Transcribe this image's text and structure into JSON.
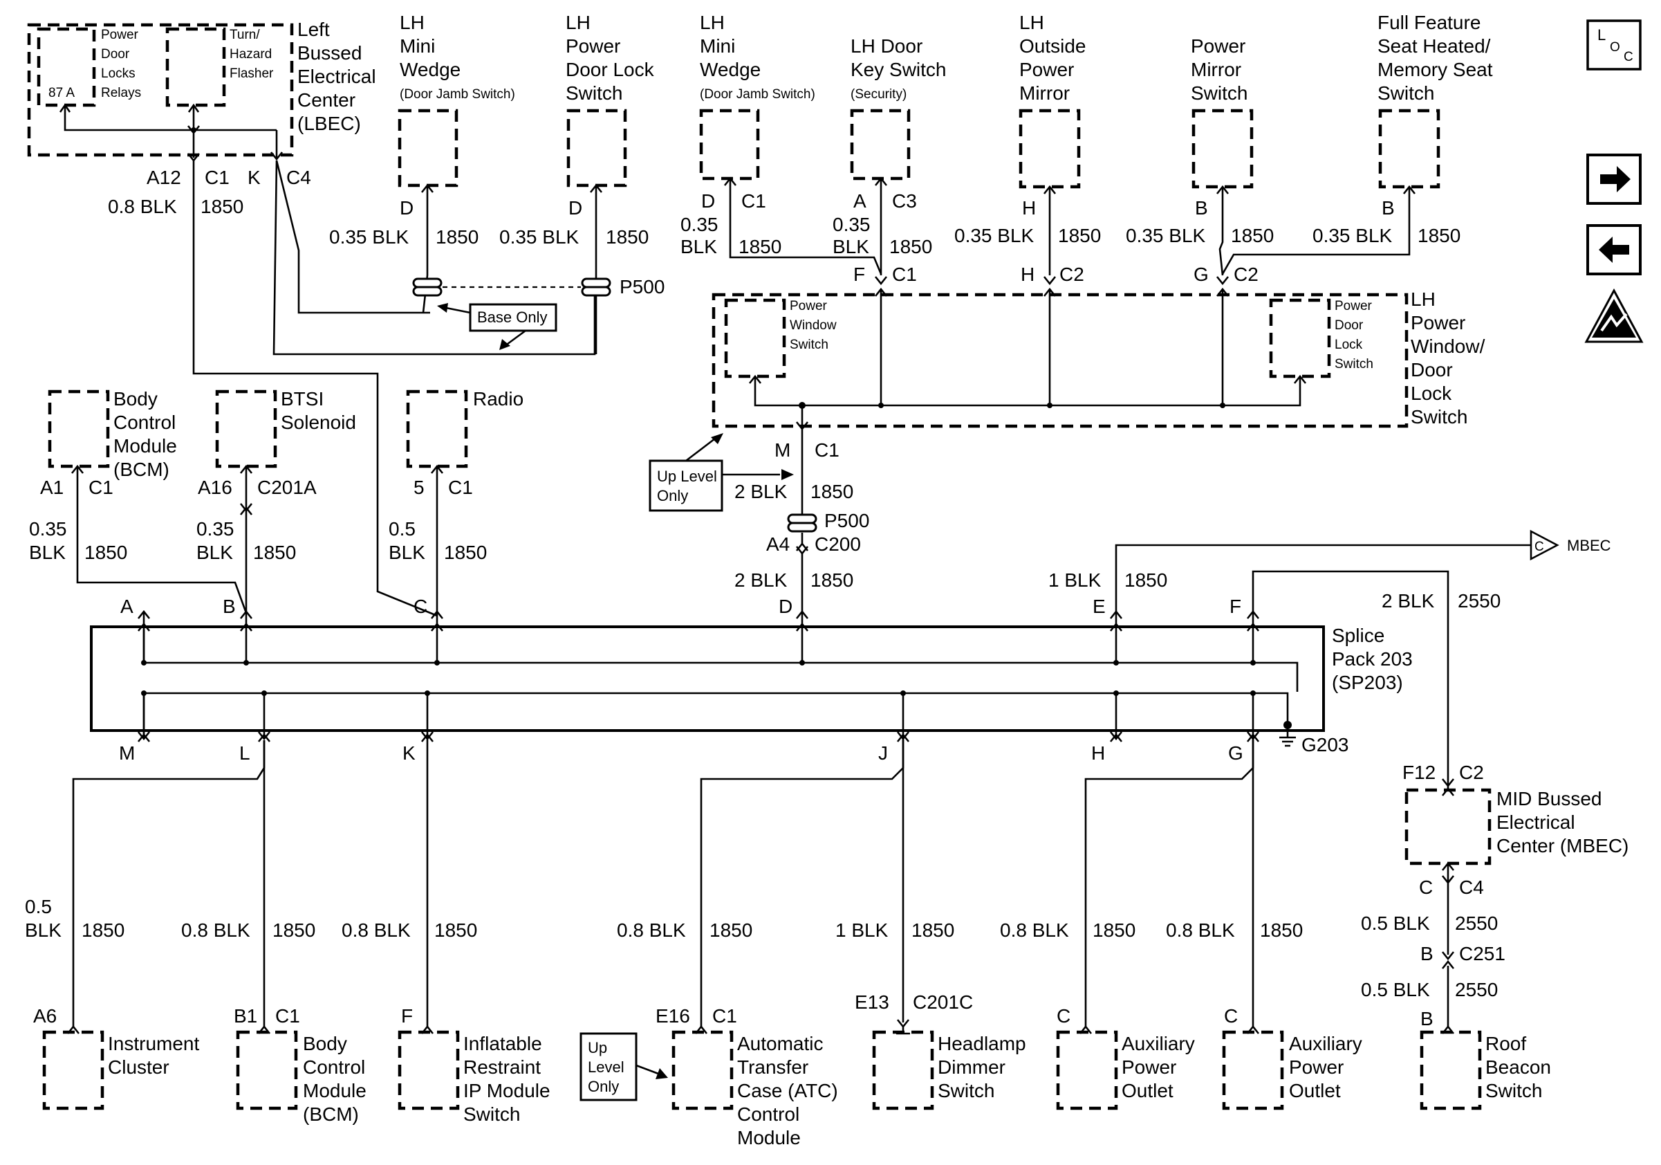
{
  "labels": {
    "lbec_relays": [
      "Power",
      "Door",
      "Locks",
      "Relays"
    ],
    "lbec_87a": "87 A",
    "lbec_flasher": [
      "Turn/",
      "Hazard",
      "Flasher"
    ],
    "lbec_name": [
      "Left",
      "Bussed",
      "Electrical",
      "Center",
      "(LBEC)"
    ],
    "lbec_pins": {
      "a12": "A12",
      "c1": "C1",
      "k": "K",
      "c4": "C4"
    },
    "lbec_wire": {
      "gauge": "0.8 BLK",
      "circuit": "1850"
    },
    "wedge1": {
      "name": [
        "LH",
        "Mini",
        "Wedge"
      ],
      "sub": "(Door Jamb Switch)",
      "pin": "D",
      "gauge": "0.35 BLK",
      "circuit": "1850"
    },
    "pdl_switch": {
      "name": [
        "LH",
        "Power",
        "Door Lock",
        "Switch"
      ],
      "pin": "D",
      "gauge": "0.35 BLK",
      "circuit": "1850",
      "p500": "P500"
    },
    "base_only": "Base Only",
    "wedge2": {
      "name": [
        "LH",
        "Mini",
        "Wedge"
      ],
      "sub": "(Door Jamb Switch)",
      "pin": "D",
      "conn": "C1",
      "gauge": [
        "0.35",
        "BLK"
      ],
      "circuit": "1850"
    },
    "key_switch": {
      "name": [
        "LH Door",
        "Key Switch"
      ],
      "sub": "(Security)",
      "pin": "A",
      "conn": "C3",
      "gauge": [
        "0.35",
        "BLK"
      ],
      "circuit": "1850"
    },
    "outside_mirror": {
      "name": [
        "LH",
        "Outside",
        "Power",
        "Mirror"
      ],
      "pin": "H",
      "gauge": "0.35 BLK",
      "circuit": "1850"
    },
    "mirror_switch": {
      "name": [
        "Power",
        "Mirror",
        "Switch"
      ],
      "pin": "B",
      "gauge": "0.35 BLK",
      "circuit": "1850"
    },
    "seat": {
      "name": [
        "Full Feature",
        "Seat Heated/",
        "Memory Seat",
        "Switch"
      ],
      "pin": "B",
      "gauge": "0.35 BLK",
      "circuit": "1850"
    },
    "pwdl_pins": {
      "f": "F",
      "c1": "C1",
      "h": "H",
      "c2a": "C2",
      "g": "G",
      "c2b": "C2"
    },
    "pw_switch": [
      "Power",
      "Window",
      "Switch"
    ],
    "pdl_lock": [
      "Power",
      "Door",
      "Lock",
      "Switch"
    ],
    "pwdl_name": [
      "LH",
      "Power",
      "Window/",
      "Door",
      "Lock",
      "Switch"
    ],
    "pwdl_out": {
      "pin": "M",
      "conn": "C1",
      "gauge": "2 BLK",
      "circuit": "1850",
      "p500": "P500",
      "pin2": "A4",
      "conn2": "C200"
    },
    "up_level_1": [
      "Up Level",
      "Only"
    ],
    "bcm_top": {
      "name": [
        "Body",
        "Control",
        "Module",
        "(BCM)"
      ],
      "pin": "A1",
      "conn": "C1",
      "gauge": [
        "0.35",
        "BLK"
      ],
      "circuit": "1850"
    },
    "btsi": {
      "name": [
        "BTSI",
        "Solenoid"
      ],
      "pin": "A16",
      "conn": "C201A",
      "gauge": [
        "0.35",
        "BLK"
      ],
      "circuit": "1850"
    },
    "radio": {
      "name": [
        "Radio"
      ],
      "pin": "5",
      "conn": "C1",
      "gauge": [
        "0.5",
        "BLK"
      ],
      "circuit": "1850"
    },
    "sp_d": {
      "gauge": "2 BLK",
      "circuit": "1850"
    },
    "sp_e": {
      "gauge": "1 BLK",
      "circuit": "1850"
    },
    "mbec_ref": "MBEC",
    "mbec_ref_letter": "C",
    "sp_f": {
      "gauge": "2 BLK",
      "circuit": "2550"
    },
    "splice_pins_top": [
      "A",
      "B",
      "C",
      "D",
      "E",
      "F"
    ],
    "splice_pins_bottom": [
      "M",
      "L",
      "K",
      "J",
      "H",
      "G"
    ],
    "splice_name": [
      "Splice",
      "Pack 203",
      "(SP203)"
    ],
    "ground": "G203",
    "mbec": {
      "name": [
        "MID Bussed",
        "Electrical",
        "Center (MBEC)"
      ],
      "pin_top": "F12",
      "conn_top": "C2",
      "pin_bot": "C",
      "conn_bot": "C4",
      "gauge1": "0.5 BLK",
      "circuit1": "2550",
      "pin_c251": "B",
      "conn_c251": "C251",
      "gauge2": "0.5 BLK",
      "circuit2": "2550",
      "pin_roof": "B"
    },
    "bottom_wires": {
      "m": {
        "gauge": [
          "0.5",
          "BLK"
        ],
        "circuit": "1850"
      },
      "l": {
        "gauge": "0.8 BLK",
        "circuit": "1850"
      },
      "k": {
        "gauge": "0.8 BLK",
        "circuit": "1850"
      },
      "j": {
        "gauge": "0.8 BLK",
        "circuit": "1850"
      },
      "h13": {
        "gauge": "1 BLK",
        "circuit": "1850"
      },
      "h": {
        "gauge": "0.8 BLK",
        "circuit": "1850"
      },
      "g": {
        "gauge": "0.8 BLK",
        "circuit": "1850"
      }
    },
    "cluster": {
      "name": [
        "Instrument",
        "Cluster"
      ],
      "pin": "A6"
    },
    "bcm_bot": {
      "name": [
        "Body",
        "Control",
        "Module",
        "(BCM)"
      ],
      "pin": "B1",
      "conn": "C1"
    },
    "airbag": {
      "name": [
        "Inflatable",
        "Restraint",
        "IP Module",
        "Switch"
      ],
      "pin": "F"
    },
    "atc": {
      "name": [
        "Automatic",
        "Transfer",
        "Case (ATC)",
        "Control",
        "Module"
      ],
      "pin": "E16",
      "conn": "C1"
    },
    "up_level_2": [
      "Up",
      "Level",
      "Only"
    ],
    "headlamp": {
      "name": [
        "Headlamp",
        "Dimmer",
        "Switch"
      ],
      "pin": "E13",
      "conn": "C201C"
    },
    "aux1": {
      "name": [
        "Auxiliary",
        "Power",
        "Outlet"
      ],
      "pin": "C"
    },
    "aux2": {
      "name": [
        "Auxiliary",
        "Power",
        "Outlet"
      ],
      "pin": "C"
    },
    "roof": {
      "name": [
        "Roof",
        "Beacon",
        "Switch"
      ],
      "pin": "B"
    },
    "nav_loc": "LOC"
  },
  "icons": [
    "loc-icon",
    "arrow-right-icon",
    "arrow-left-icon",
    "esd-warning-icon"
  ]
}
